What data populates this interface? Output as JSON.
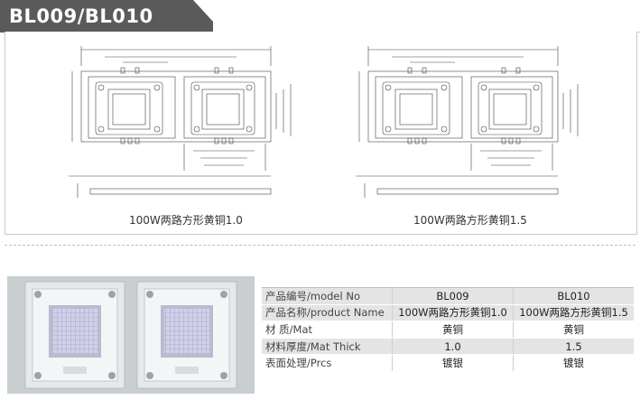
{
  "header": {
    "title": "BL009/BL010",
    "bar_color": "#5a5a5a"
  },
  "drawings": {
    "left_caption": "100W两路方形黄铜1.0",
    "right_caption": "100W两路方形黄铜1.5"
  },
  "spec_table": {
    "rows": [
      {
        "label": "产品编号/model No",
        "bl009": "BL009",
        "bl010": "BL010"
      },
      {
        "label": "产品名称/product Name",
        "bl009": "100W两路方形黄铜1.0",
        "bl010": "100W两路方形黄铜1.5"
      },
      {
        "label": "材 质/Mat",
        "bl009": "黄铜",
        "bl010": "黄铜"
      },
      {
        "label": "材料厚度/Mat Thick",
        "bl009": "1.0",
        "bl010": "1.5"
      },
      {
        "label": "表面处理/Prcs",
        "bl009": "镀银",
        "bl010": "镀银"
      }
    ]
  }
}
